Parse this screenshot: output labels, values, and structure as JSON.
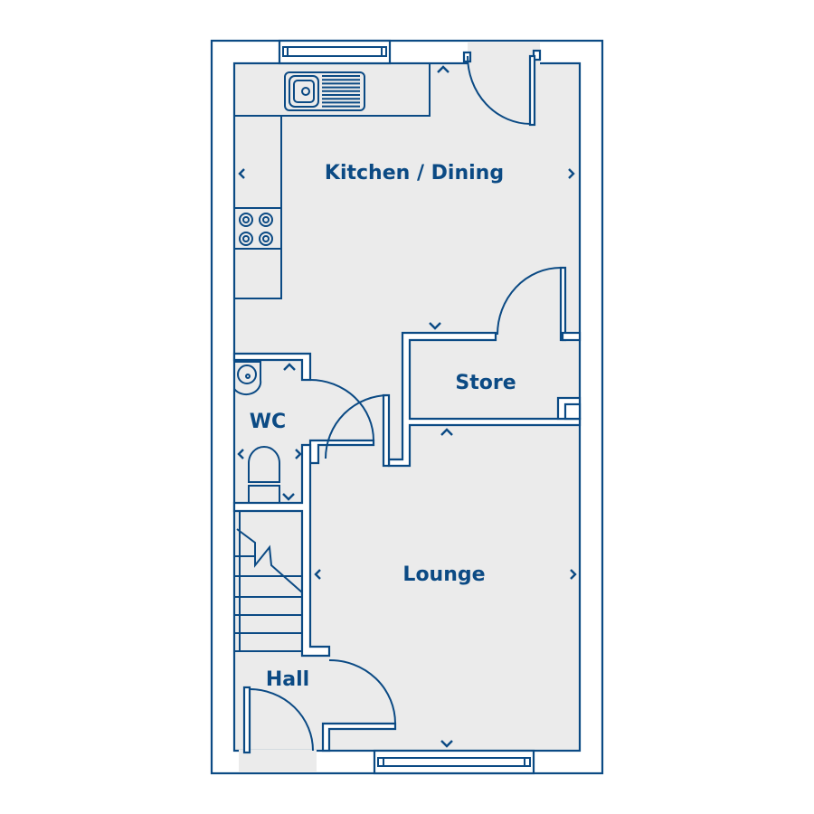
{
  "plan": {
    "rooms": {
      "kitchen": "Kitchen / Dining",
      "store": "Store",
      "wc": "WC",
      "lounge": "Lounge",
      "hall": "Hall"
    }
  },
  "colors": {
    "line": "#0b4a84",
    "floor": "#ebebeb",
    "wall": "#ffffff"
  }
}
